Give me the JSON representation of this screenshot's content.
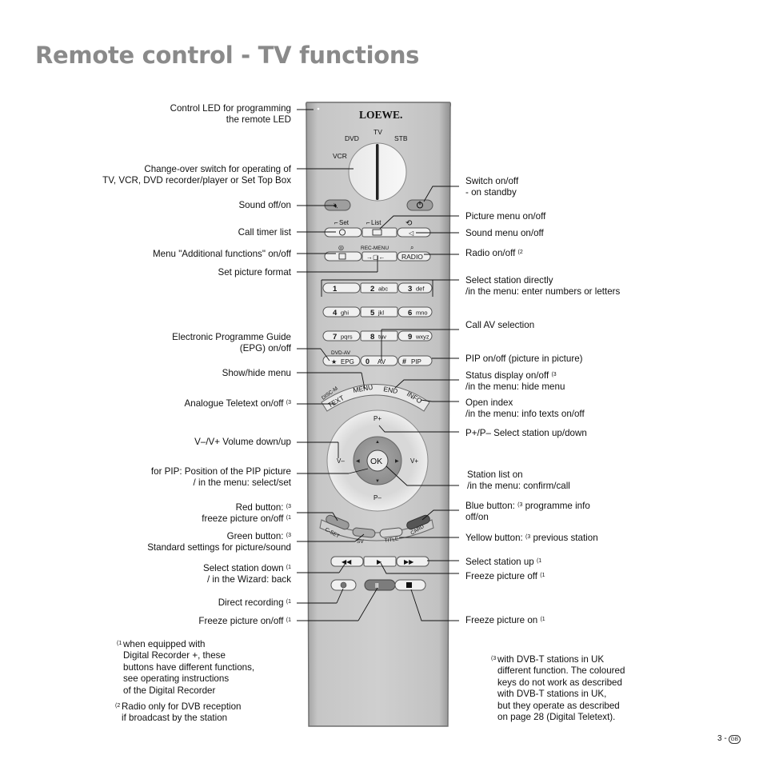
{
  "title": "Remote control - TV functions",
  "remote": {
    "brand": "LOEWE.",
    "switch_positions": [
      "DVD",
      "TV",
      "STB",
      "VCR"
    ],
    "buttons": {
      "set": "Set",
      "list": "List",
      "rec_menu": "REC-MENU",
      "radio": "RADIO",
      "digits": [
        {
          "num": "1",
          "letters": ""
        },
        {
          "num": "2",
          "letters": "abc"
        },
        {
          "num": "3",
          "letters": "def"
        },
        {
          "num": "4",
          "letters": "ghi"
        },
        {
          "num": "5",
          "letters": "jkl"
        },
        {
          "num": "6",
          "letters": "mno"
        },
        {
          "num": "7",
          "letters": "pqrs"
        },
        {
          "num": "8",
          "letters": "tuv"
        },
        {
          "num": "9",
          "letters": "wxyz"
        }
      ],
      "dvd_av": "DVD-AV",
      "star": "★",
      "epg": "EPG",
      "zero": "0",
      "av": "AV",
      "hash": "#",
      "pip": "PIP",
      "disc_m": "DISC-M",
      "text": "TEXT",
      "menu": "MENU",
      "end": "END",
      "info": "INFO",
      "p_plus": "P+",
      "p_minus": "P–",
      "v_minus": "V–",
      "v_plus": "V+",
      "ok": "OK",
      "c_set": "C-SET",
      "sv": "SV",
      "title_btn": "TITLE",
      "card": "CARD"
    },
    "colors": {
      "body": "#bdbdbd",
      "red": "#9a9a9a",
      "green": "#acacac",
      "yellow": "#d6d6d6",
      "blue": "#555555"
    }
  },
  "labels_left": [
    {
      "text": "Control LED for programming\nthe remote LED",
      "sup": ""
    },
    {
      "text": "Change-over switch for operating of\nTV, VCR, DVD recorder/player or Set Top Box",
      "sup": ""
    },
    {
      "text": "Sound off/on",
      "sup": ""
    },
    {
      "text": "Call timer list",
      "sup": ""
    },
    {
      "text": "Menu \"Additional functions\" on/off",
      "sup": ""
    },
    {
      "text": "Set picture format",
      "sup": ""
    },
    {
      "text": "Electronic Programme Guide\n(EPG) on/off",
      "sup": ""
    },
    {
      "text": "Show/hide menu",
      "sup": ""
    },
    {
      "text": "Analogue Teletext on/off",
      "sup": "(3"
    },
    {
      "text": "V–/V+ Volume down/up",
      "sup": ""
    },
    {
      "text": "for PIP: Position of the PIP picture\n/ in the menu: select/set",
      "sup": ""
    },
    {
      "text": "Red button:",
      "sup": "(3",
      "line2": "freeze picture on/off",
      "sup2": "(1"
    },
    {
      "text": "Green button:",
      "sup": "(3",
      "line2": "Standard settings for picture/sound",
      "sup2": ""
    },
    {
      "text": "Select station down",
      "sup": "(1",
      "line2": "/ in the Wizard: back",
      "sup2": ""
    },
    {
      "text": "Direct recording",
      "sup": "(1"
    },
    {
      "text": "Freeze picture on/off",
      "sup": "(1"
    }
  ],
  "labels_right": [
    {
      "text": "Switch on/off\n- on standby",
      "sup": ""
    },
    {
      "text": "Picture menu on/off",
      "sup": ""
    },
    {
      "text": "Sound menu on/off",
      "sup": ""
    },
    {
      "text": "Radio on/off",
      "sup": "(2"
    },
    {
      "text": "Select station directly\n/in the menu: enter numbers or letters",
      "sup": ""
    },
    {
      "text": "Call AV selection",
      "sup": ""
    },
    {
      "text": "PIP on/off (picture in picture)",
      "sup": ""
    },
    {
      "text": "Status display on/off",
      "sup": "(3",
      "line2": "/in the menu: hide menu",
      "sup2": ""
    },
    {
      "text": "Open index\n/in the menu: info texts on/off",
      "sup": ""
    },
    {
      "text": "P+/P– Select station up/down",
      "sup": ""
    },
    {
      "text": "Station list on\n/in the menu: confirm/call",
      "sup": ""
    },
    {
      "text": "Blue button:",
      "sup": "(3",
      "after": " programme info",
      "line2": "off/on",
      "sup2": ""
    },
    {
      "text": "Yellow button:",
      "sup": "(3",
      "after": " previous station"
    },
    {
      "text": "Select station up",
      "sup": "(1"
    },
    {
      "text": "Freeze picture off",
      "sup": "(1"
    },
    {
      "text": "Freeze picture on",
      "sup": "(1"
    }
  ],
  "footnotes": [
    {
      "mark": "(1",
      "text": "when equipped with\nDigital Recorder +, these\nbuttons have different functions,\nsee operating instructions\nof the Digital Recorder"
    },
    {
      "mark": "(2",
      "text": "Radio only for DVB reception\nif broadcast by the station"
    },
    {
      "mark": "(3",
      "text": "with DVB-T stations in UK\ndifferent function. The coloured\nkeys do not work as described\nwith DVB-T stations in UK,\nbut they operate as described\non page 28 (Digital Teletext)."
    }
  ],
  "page_number": "3 -",
  "page_badge": "GB"
}
